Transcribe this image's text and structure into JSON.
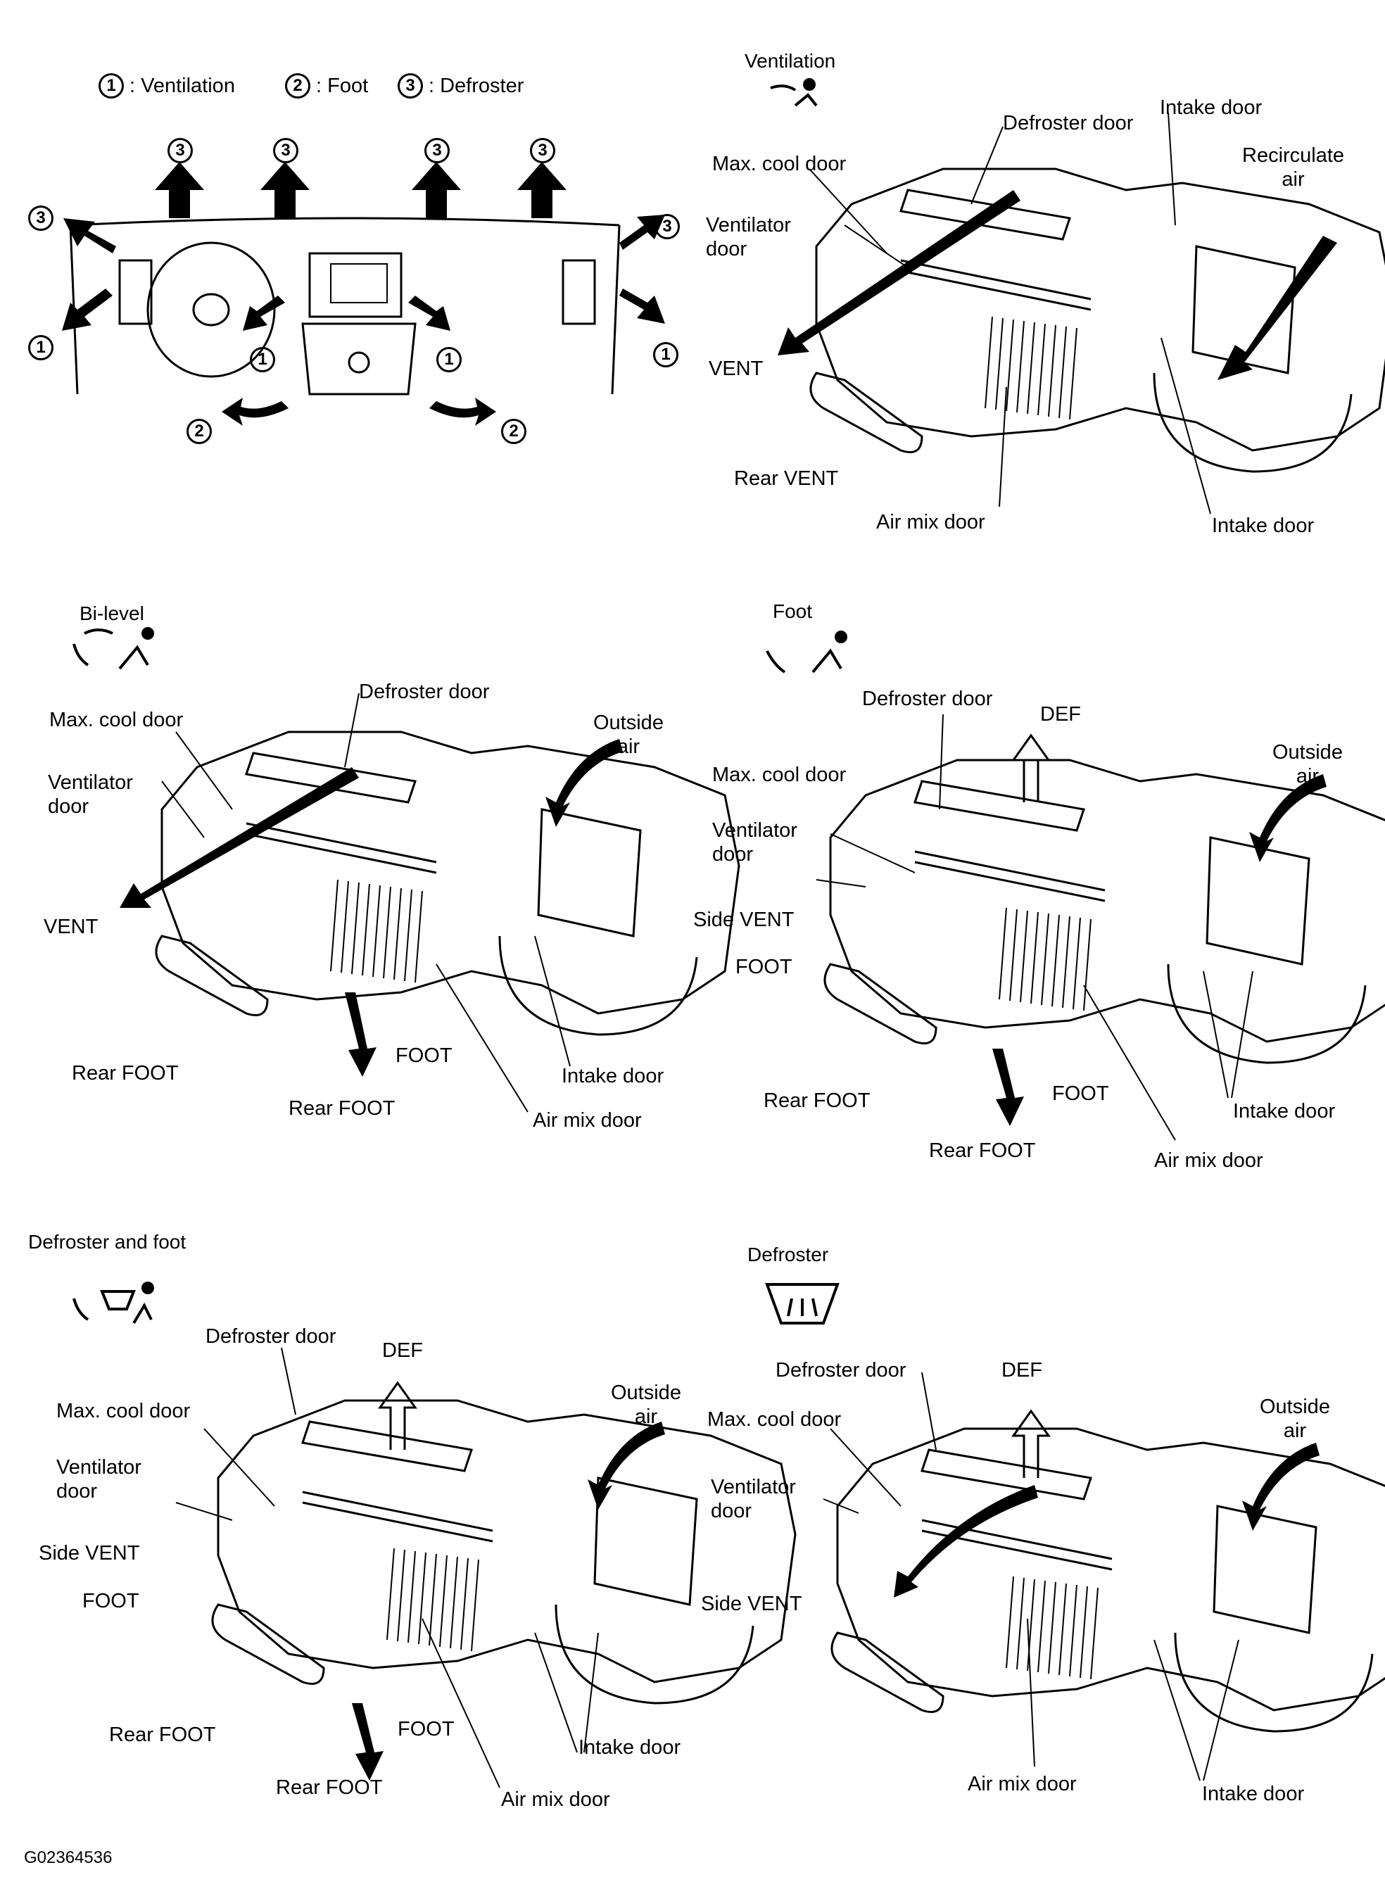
{
  "legend": {
    "n1": "1",
    "t1": ": Ventilation",
    "n2": "2",
    "t2": ": Foot",
    "n3": "3",
    "t3": ": Defroster"
  },
  "dash_marks": {
    "m1": "1",
    "m2": "2",
    "m3": "3"
  },
  "panels": {
    "ventilation": {
      "title": "Ventilation",
      "labels": {
        "defroster_door": "Defroster door",
        "intake_door_top": "Intake door",
        "max_cool_door": "Max. cool door",
        "recirculate_air": "Recirculate\nair",
        "ventilator_door": "Ventilator\ndoor",
        "vent": "VENT",
        "rear_vent": "Rear VENT",
        "air_mix_door": "Air mix door",
        "intake_door_bottom": "Intake door"
      }
    },
    "bilevel": {
      "title": "Bi-level",
      "labels": {
        "defroster_door": "Defroster door",
        "max_cool_door": "Max. cool door",
        "outside_air": "Outside\nair",
        "ventilator_door": "Ventilator\ndoor",
        "vent": "VENT",
        "rear_foot_left": "Rear FOOT",
        "foot": "FOOT",
        "intake_door": "Intake door",
        "rear_foot_center": "Rear FOOT",
        "air_mix_door": "Air mix door"
      }
    },
    "foot": {
      "title": "Foot",
      "labels": {
        "defroster_door": "Defroster door",
        "def": "DEF",
        "max_cool_door": "Max. cool door",
        "outside_air": "Outside\nair",
        "ventilator_door": "Ventilator\ndoor",
        "side_vent": "Side VENT",
        "foot_left": "FOOT",
        "rear_foot_left": "Rear FOOT",
        "foot_right": "FOOT",
        "intake_door": "Intake door",
        "rear_foot_center": "Rear FOOT",
        "air_mix_door": "Air mix door"
      }
    },
    "defroster_foot": {
      "title": "Defroster and foot",
      "labels": {
        "defroster_door": "Defroster door",
        "def": "DEF",
        "max_cool_door": "Max. cool door",
        "outside_air": "Outside\nair",
        "ventilator_door": "Ventilator\ndoor",
        "side_vent": "Side VENT",
        "foot_left": "FOOT",
        "rear_foot_left": "Rear FOOT",
        "foot_right": "FOOT",
        "intake_door": "Intake door",
        "rear_foot_center": "Rear FOOT",
        "air_mix_door": "Air mix door"
      }
    },
    "defroster": {
      "title": "Defroster",
      "labels": {
        "defroster_door": "Defroster door",
        "def": "DEF",
        "max_cool_door": "Max. cool door",
        "outside_air": "Outside\nair",
        "ventilator_door": "Ventilator\ndoor",
        "side_vent": "Side VENT",
        "air_mix_door": "Air mix door",
        "intake_door": "Intake door"
      }
    }
  },
  "figure_id": "G02364536"
}
